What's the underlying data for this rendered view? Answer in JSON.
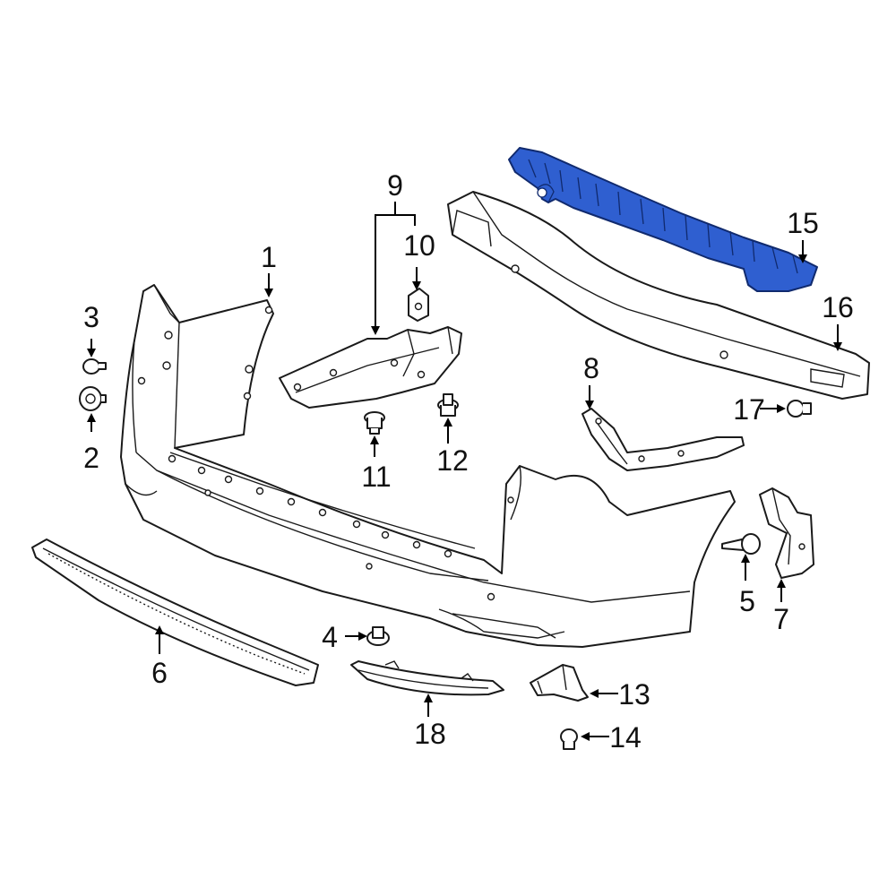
{
  "highlight_color": "#2f5fd0",
  "line_color": "#1a1a1a",
  "callouts": {
    "c1": "1",
    "c2": "2",
    "c3": "3",
    "c4": "4",
    "c5": "5",
    "c6": "6",
    "c7": "7",
    "c8": "8",
    "c9": "9",
    "c10": "10",
    "c11": "11",
    "c12": "12",
    "c13": "13",
    "c14": "14",
    "c15": "15",
    "c16": "16",
    "c17": "17",
    "c18": "18"
  }
}
